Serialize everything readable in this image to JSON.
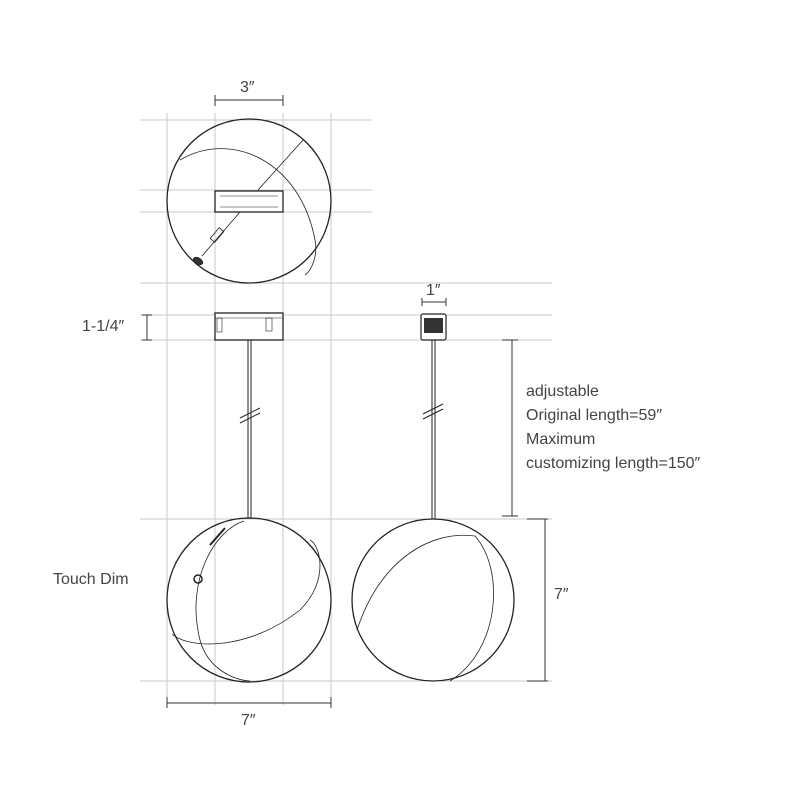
{
  "dimensions": {
    "connector_width": "3″",
    "connector_side_width": "1″",
    "connector_height": "1-1/4″",
    "globe_width": "7″",
    "globe_height": "7″"
  },
  "notes": {
    "touch": "Touch Dim",
    "adjustable": [
      "adjustable",
      "Original length=59″",
      "Maximum",
      "customizing length=150″"
    ]
  },
  "colors": {
    "line": "#222222",
    "grid": "#c8c8c8",
    "text": "#444444",
    "connector_dark": "#333333"
  }
}
